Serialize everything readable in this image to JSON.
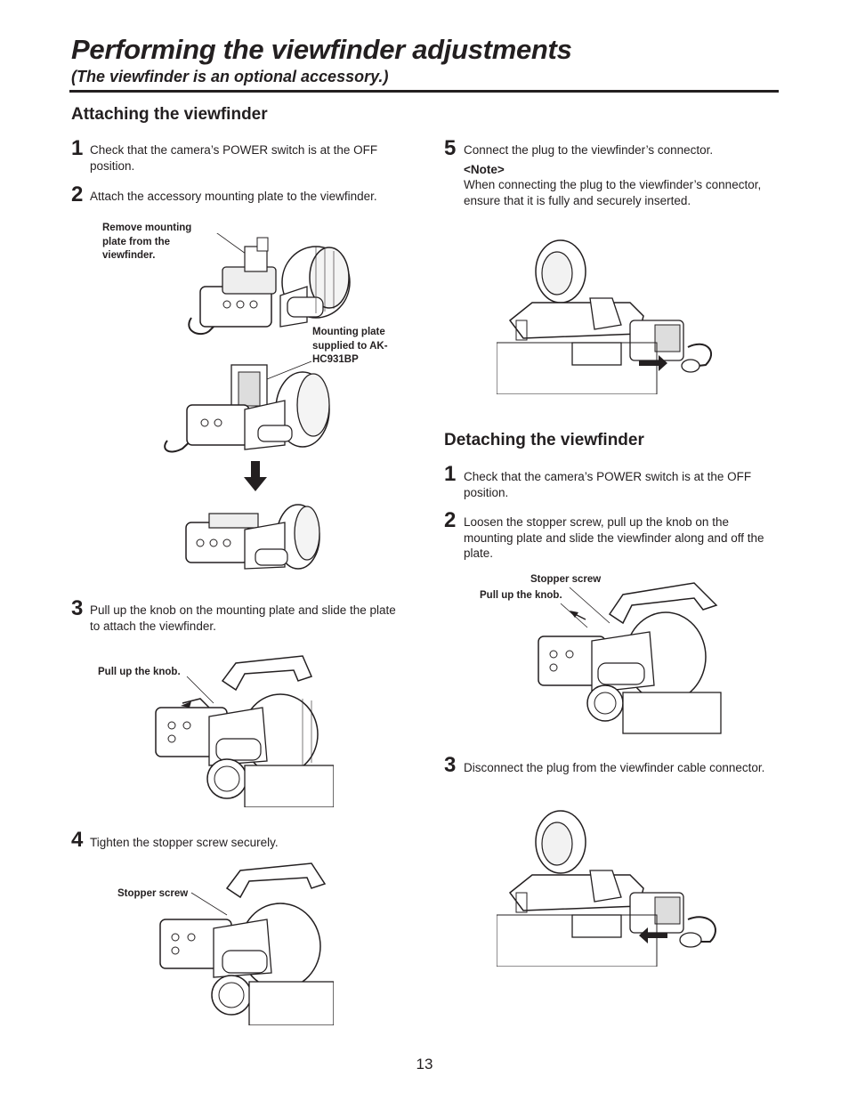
{
  "page": {
    "title": "Performing the viewfinder adjustments",
    "subtitle": "(The viewfinder is an optional accessory.)",
    "page_number": "13"
  },
  "attaching": {
    "heading": "Attaching the viewfinder",
    "steps": [
      {
        "num": "1",
        "text": "Check that the camera’s POWER switch is at the OFF position."
      },
      {
        "num": "2",
        "text": "Attach the accessory mounting plate to the viewfinder."
      },
      {
        "num": "3",
        "text": "Pull up the knob on the mounting plate and slide the plate to attach the viewfinder."
      },
      {
        "num": "4",
        "text": "Tighten the stopper screw securely."
      },
      {
        "num": "5",
        "text": "Connect the plug to the viewfinder’s connector."
      }
    ],
    "note_label": "<Note>",
    "note_text": "When connecting the plug to the viewfinder’s connector, ensure that it is fully and securely inserted.",
    "labels": {
      "remove_plate": "Remove mounting plate from the viewfinder.",
      "mounting_plate": "Mounting plate supplied to AK-HC931BP",
      "pull_knob": "Pull up the knob.",
      "stopper_screw": "Stopper screw"
    }
  },
  "detaching": {
    "heading": "Detaching the viewfinder",
    "steps": [
      {
        "num": "1",
        "text": "Check that the camera’s POWER switch is at the OFF position."
      },
      {
        "num": "2",
        "text": "Loosen the stopper screw, pull up the knob on the mounting plate and slide the viewfinder along and off the plate."
      },
      {
        "num": "3",
        "text": "Disconnect the plug from the viewfinder cable connector."
      }
    ],
    "labels": {
      "stopper_screw": "Stopper screw",
      "pull_knob": "Pull up the knob."
    }
  }
}
